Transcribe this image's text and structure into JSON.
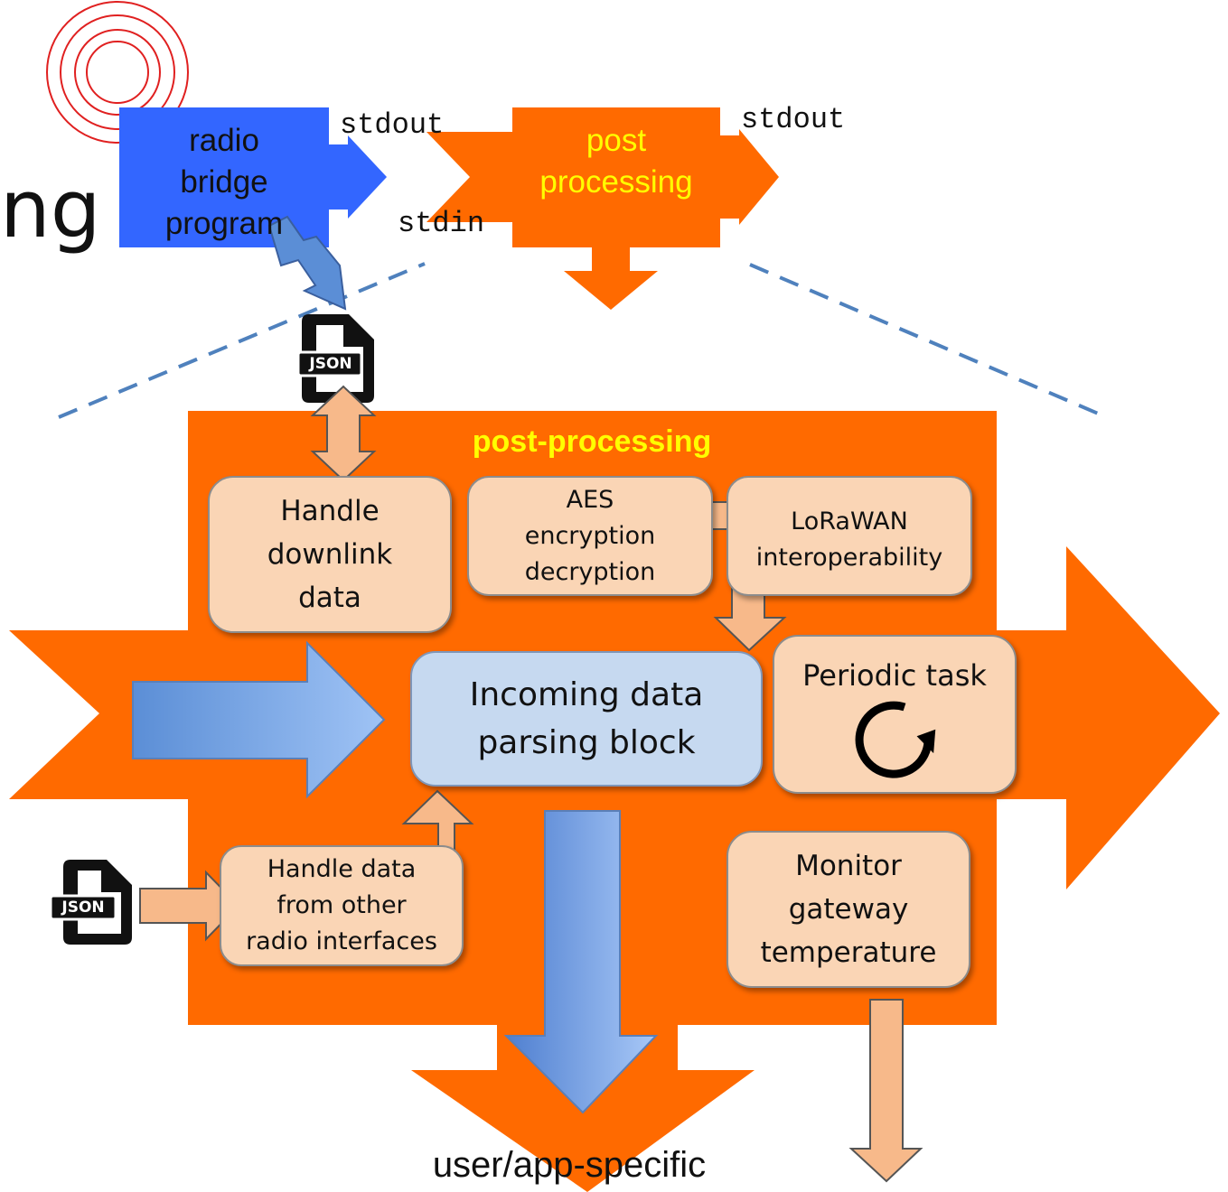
{
  "heading_fragment": "ng",
  "colors": {
    "orange": "#ff6a00",
    "blue_box": "#3366ff",
    "peach": "#fad5b5",
    "light_blue_box": "#c6d9f0",
    "yellow_text": "#ffff00",
    "dashed_line": "#4f81bd"
  },
  "top_flow": {
    "radio_bridge": [
      "radio",
      "bridge",
      "program"
    ],
    "stdout_left": "stdout",
    "stdin": "stdin",
    "post_processing": [
      "post",
      "processing"
    ],
    "stdout_right": "stdout"
  },
  "main_block": {
    "title": "post-processing",
    "boxes": {
      "downlink": [
        "Handle",
        "downlink",
        "data"
      ],
      "aes": [
        "AES",
        "encryption",
        "decryption"
      ],
      "lorawan": [
        "LoRaWAN",
        "interoperability"
      ],
      "incoming": [
        "Incoming data",
        "parsing block"
      ],
      "periodic": "Periodic task",
      "other_radio": [
        "Handle data",
        "from other",
        "radio interfaces"
      ],
      "monitor": [
        "Monitor",
        "gateway",
        "temperature"
      ]
    },
    "json_label": "JSON"
  },
  "output_label": "user/app-specific",
  "icons": [
    "radio-waves-icon",
    "json-file-icon",
    "refresh-icon"
  ]
}
